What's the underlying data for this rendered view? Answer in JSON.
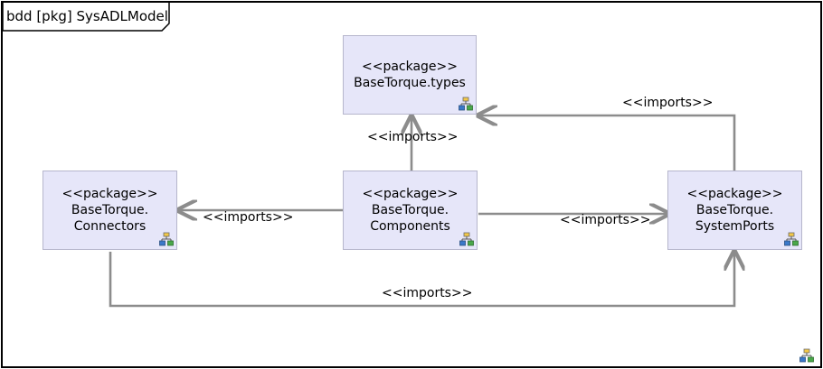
{
  "frame": {
    "title": "bdd [pkg] SysADLModel"
  },
  "packages": [
    {
      "id": "types",
      "stereotype": "<<package>>",
      "name_line1": "BaseTorque.types",
      "name_line2": ""
    },
    {
      "id": "connectors",
      "stereotype": "<<package>>",
      "name_line1": "BaseTorque.",
      "name_line2": "Connectors"
    },
    {
      "id": "components",
      "stereotype": "<<package>>",
      "name_line1": "BaseTorque.",
      "name_line2": "Components"
    },
    {
      "id": "systemports",
      "stereotype": "<<package>>",
      "name_line1": "BaseTorque.",
      "name_line2": "SystemPorts"
    }
  ],
  "relations": [
    {
      "from": "components",
      "to": "types",
      "label": "<<imports>>"
    },
    {
      "from": "components",
      "to": "connectors",
      "label": "<<imports>>"
    },
    {
      "from": "components",
      "to": "systemports",
      "label": "<<imports>>"
    },
    {
      "from": "systemports",
      "to": "types",
      "label": "<<imports>>"
    },
    {
      "from": "connectors",
      "to": "systemports",
      "label": "<<imports>>"
    }
  ],
  "icons": {
    "package_icon": "package-hierarchy-icon",
    "diagram_icon": "diagram-hierarchy-icon"
  },
  "colors": {
    "package_fill": "#e6e6f9",
    "edge": "#8c8c8c"
  }
}
